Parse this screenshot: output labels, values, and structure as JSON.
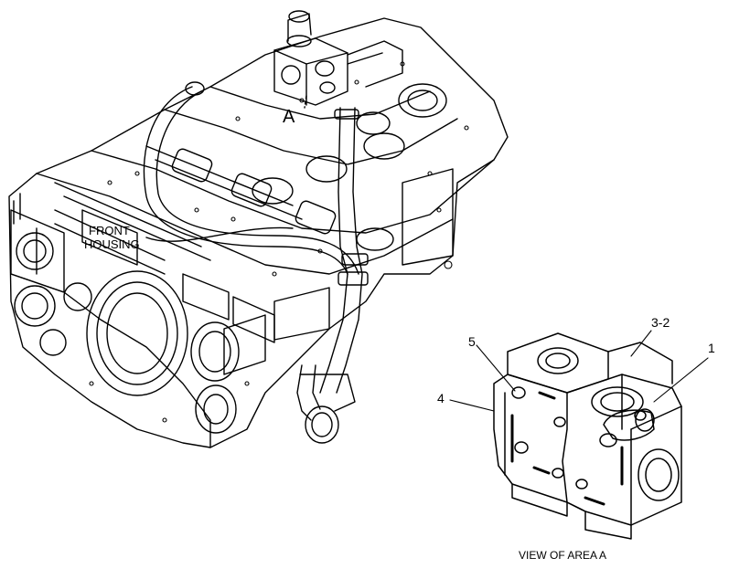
{
  "labels": {
    "area_marker": "A",
    "front_housing_line1": "FRONT",
    "front_housing_line2": "HOUSING",
    "callout_1": "1",
    "callout_3_2": "3-2",
    "callout_4": "4",
    "callout_5": "5",
    "caption": "VIEW OF AREA  A"
  },
  "colors": {
    "ink": "#000000",
    "paper": "#ffffff"
  }
}
